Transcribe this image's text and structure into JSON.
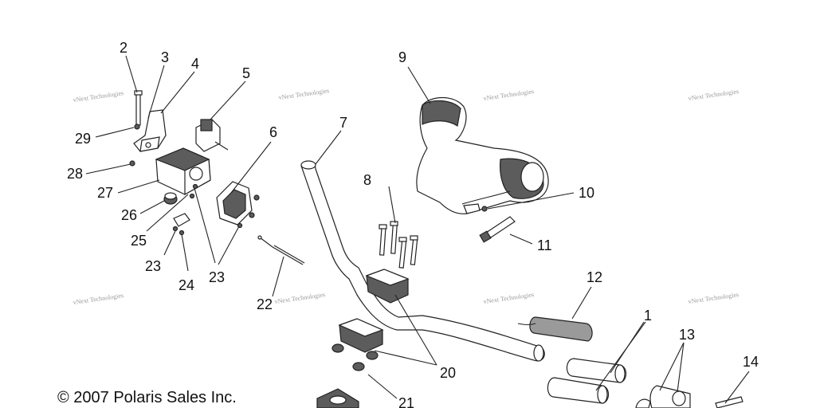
{
  "copyright": "© 2007 Polaris Sales Inc.",
  "watermark_text": "vNext Technologies",
  "callouts": [
    "2",
    "3",
    "4",
    "5",
    "29",
    "28",
    "27",
    "26",
    "25",
    "23",
    "24",
    "23",
    "6",
    "7",
    "9",
    "8",
    "10",
    "11",
    "12",
    "1",
    "13",
    "14",
    "22",
    "20",
    "21"
  ],
  "colors": {
    "line": "#222222",
    "shade": "#5c5c5c",
    "watermark": "#9a9a9a"
  }
}
